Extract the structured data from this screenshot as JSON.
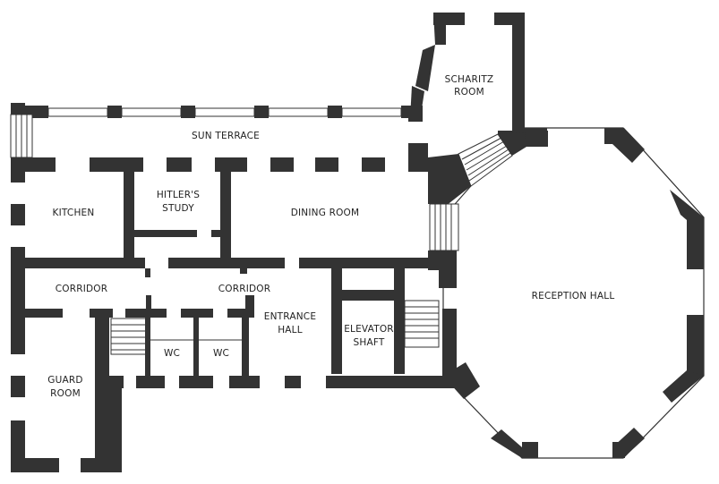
{
  "colors": {
    "wall": "#333333",
    "background": "#ffffff",
    "text": "#222222"
  },
  "rooms": {
    "scharitz_room": {
      "line1": "SCHARITZ",
      "line2": "ROOM"
    },
    "sun_terrace": {
      "label": "SUN TERRACE"
    },
    "kitchen": {
      "label": "KITCHEN"
    },
    "hitlers_study": {
      "line1": "HITLER'S",
      "line2": "STUDY"
    },
    "dining_room": {
      "label": "DINING ROOM"
    },
    "corridor_left": {
      "label": "CORRIDOR"
    },
    "corridor_right": {
      "label": "CORRIDOR"
    },
    "entrance_hall": {
      "line1": "ENTRANCE",
      "line2": "HALL"
    },
    "elevator_shaft": {
      "line1": "ELEVATOR",
      "line2": "SHAFT"
    },
    "reception_hall": {
      "label": "RECEPTION HALL"
    },
    "wc_left": {
      "label": "WC"
    },
    "wc_right": {
      "label": "WC"
    },
    "guard_room": {
      "line1": "GUARD",
      "line2": "ROOM"
    }
  }
}
